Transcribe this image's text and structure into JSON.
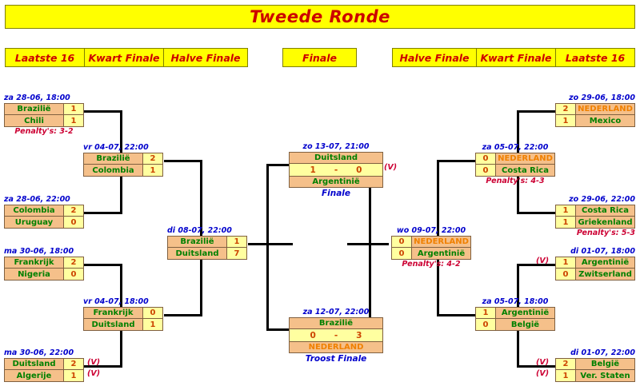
{
  "page": {
    "title": "Tweede Ronde",
    "accent_yellow": "#ffff00",
    "accent_red": "#cc0000",
    "box_fill": "#f5c08a",
    "score_fill": "#ffffa0",
    "team_color": "#008000",
    "nederland_color": "#f08000"
  },
  "rounds_left": [
    {
      "label": "Laatste 16"
    },
    {
      "label": "Kwart Finale"
    },
    {
      "label": "Halve Finale"
    }
  ],
  "rounds_center": [
    {
      "label": "Finale"
    }
  ],
  "rounds_right": [
    {
      "label": "Halve Finale"
    },
    {
      "label": "Kwart Finale"
    },
    {
      "label": "Laatste 16"
    }
  ],
  "left": {
    "r16": [
      {
        "date": "za 28-06, 18:00",
        "home": "Brazilië",
        "home_score": "1",
        "away": "Chili",
        "away_score": "1",
        "penalties": "Penalty's: 3-2",
        "home_mark": "",
        "away_mark": ""
      },
      {
        "date": "za 28-06, 22:00",
        "home": "Colombia",
        "home_score": "2",
        "away": "Uruguay",
        "away_score": "0",
        "penalties": "",
        "home_mark": "",
        "away_mark": ""
      },
      {
        "date": "ma 30-06, 18:00",
        "home": "Frankrijk",
        "home_score": "2",
        "away": "Nigeria",
        "away_score": "0",
        "penalties": "",
        "home_mark": "",
        "away_mark": ""
      },
      {
        "date": "ma 30-06, 22:00",
        "home": "Duitsland",
        "home_score": "2",
        "away": "Algerije",
        "away_score": "1",
        "penalties": "",
        "home_mark": "(V)",
        "away_mark": "(V)"
      }
    ],
    "quarters": [
      {
        "date": "vr 04-07, 22:00",
        "home": "Brazilië",
        "home_score": "2",
        "away": "Colombia",
        "away_score": "1",
        "penalties": ""
      },
      {
        "date": "vr 04-07, 18:00",
        "home": "Frankrijk",
        "home_score": "0",
        "away": "Duitsland",
        "away_score": "1",
        "penalties": ""
      }
    ],
    "semi": {
      "date": "di 08-07, 22:00",
      "home": "Brazilië",
      "home_score": "1",
      "away": "Duitsland",
      "away_score": "7",
      "penalties": ""
    }
  },
  "right": {
    "r16": [
      {
        "date": "zo 29-06, 18:00",
        "home": "NEDERLAND",
        "home_score": "2",
        "home_is_ned": true,
        "away": "Mexico",
        "away_score": "1",
        "away_is_ned": false,
        "penalties": "",
        "home_mark": "",
        "away_mark": ""
      },
      {
        "date": "zo 29-06, 22:00",
        "home": "Costa Rica",
        "home_score": "1",
        "home_is_ned": false,
        "away": "Griekenland",
        "away_score": "1",
        "away_is_ned": false,
        "penalties": "Penalty's: 5-3",
        "home_mark": "",
        "away_mark": ""
      },
      {
        "date": "di 01-07, 18:00",
        "home": "Argentinië",
        "home_score": "1",
        "home_is_ned": false,
        "away": "Zwitserland",
        "away_score": "0",
        "away_is_ned": false,
        "penalties": "",
        "home_mark": "(V)",
        "away_mark": ""
      },
      {
        "date": "di 01-07, 22:00",
        "home": "België",
        "home_score": "2",
        "home_is_ned": false,
        "away": "Ver. Staten",
        "away_score": "1",
        "away_is_ned": false,
        "penalties": "",
        "home_mark": "(V)",
        "away_mark": "(V)"
      }
    ],
    "quarters": [
      {
        "date": "za 05-07, 22:00",
        "home": "NEDERLAND",
        "home_score": "0",
        "home_is_ned": true,
        "away": "Costa Rica",
        "away_score": "0",
        "away_is_ned": false,
        "penalties": "Penalty's: 4-3"
      },
      {
        "date": "za 05-07, 18:00",
        "home": "Argentinië",
        "home_score": "1",
        "home_is_ned": false,
        "away": "België",
        "away_score": "0",
        "away_is_ned": false,
        "penalties": ""
      }
    ],
    "semi": {
      "date": "wo 09-07, 22:00",
      "home": "NEDERLAND",
      "home_score": "0",
      "home_is_ned": true,
      "away": "Argentinië",
      "away_score": "0",
      "away_is_ned": false,
      "penalties": "Penalty's: 4-2"
    }
  },
  "final": {
    "date": "zo 13-07, 21:00",
    "home": "Duitsland",
    "away": "Argentinië",
    "home_score": "1",
    "dash": "-",
    "away_score": "0",
    "caption": "Finale",
    "mark": "(V)"
  },
  "third_place": {
    "date": "za 12-07, 22:00",
    "home": "Brazilië",
    "away": "NEDERLAND",
    "home_score": "0",
    "dash": "-",
    "away_score": "3",
    "caption": "Troost Finale"
  }
}
